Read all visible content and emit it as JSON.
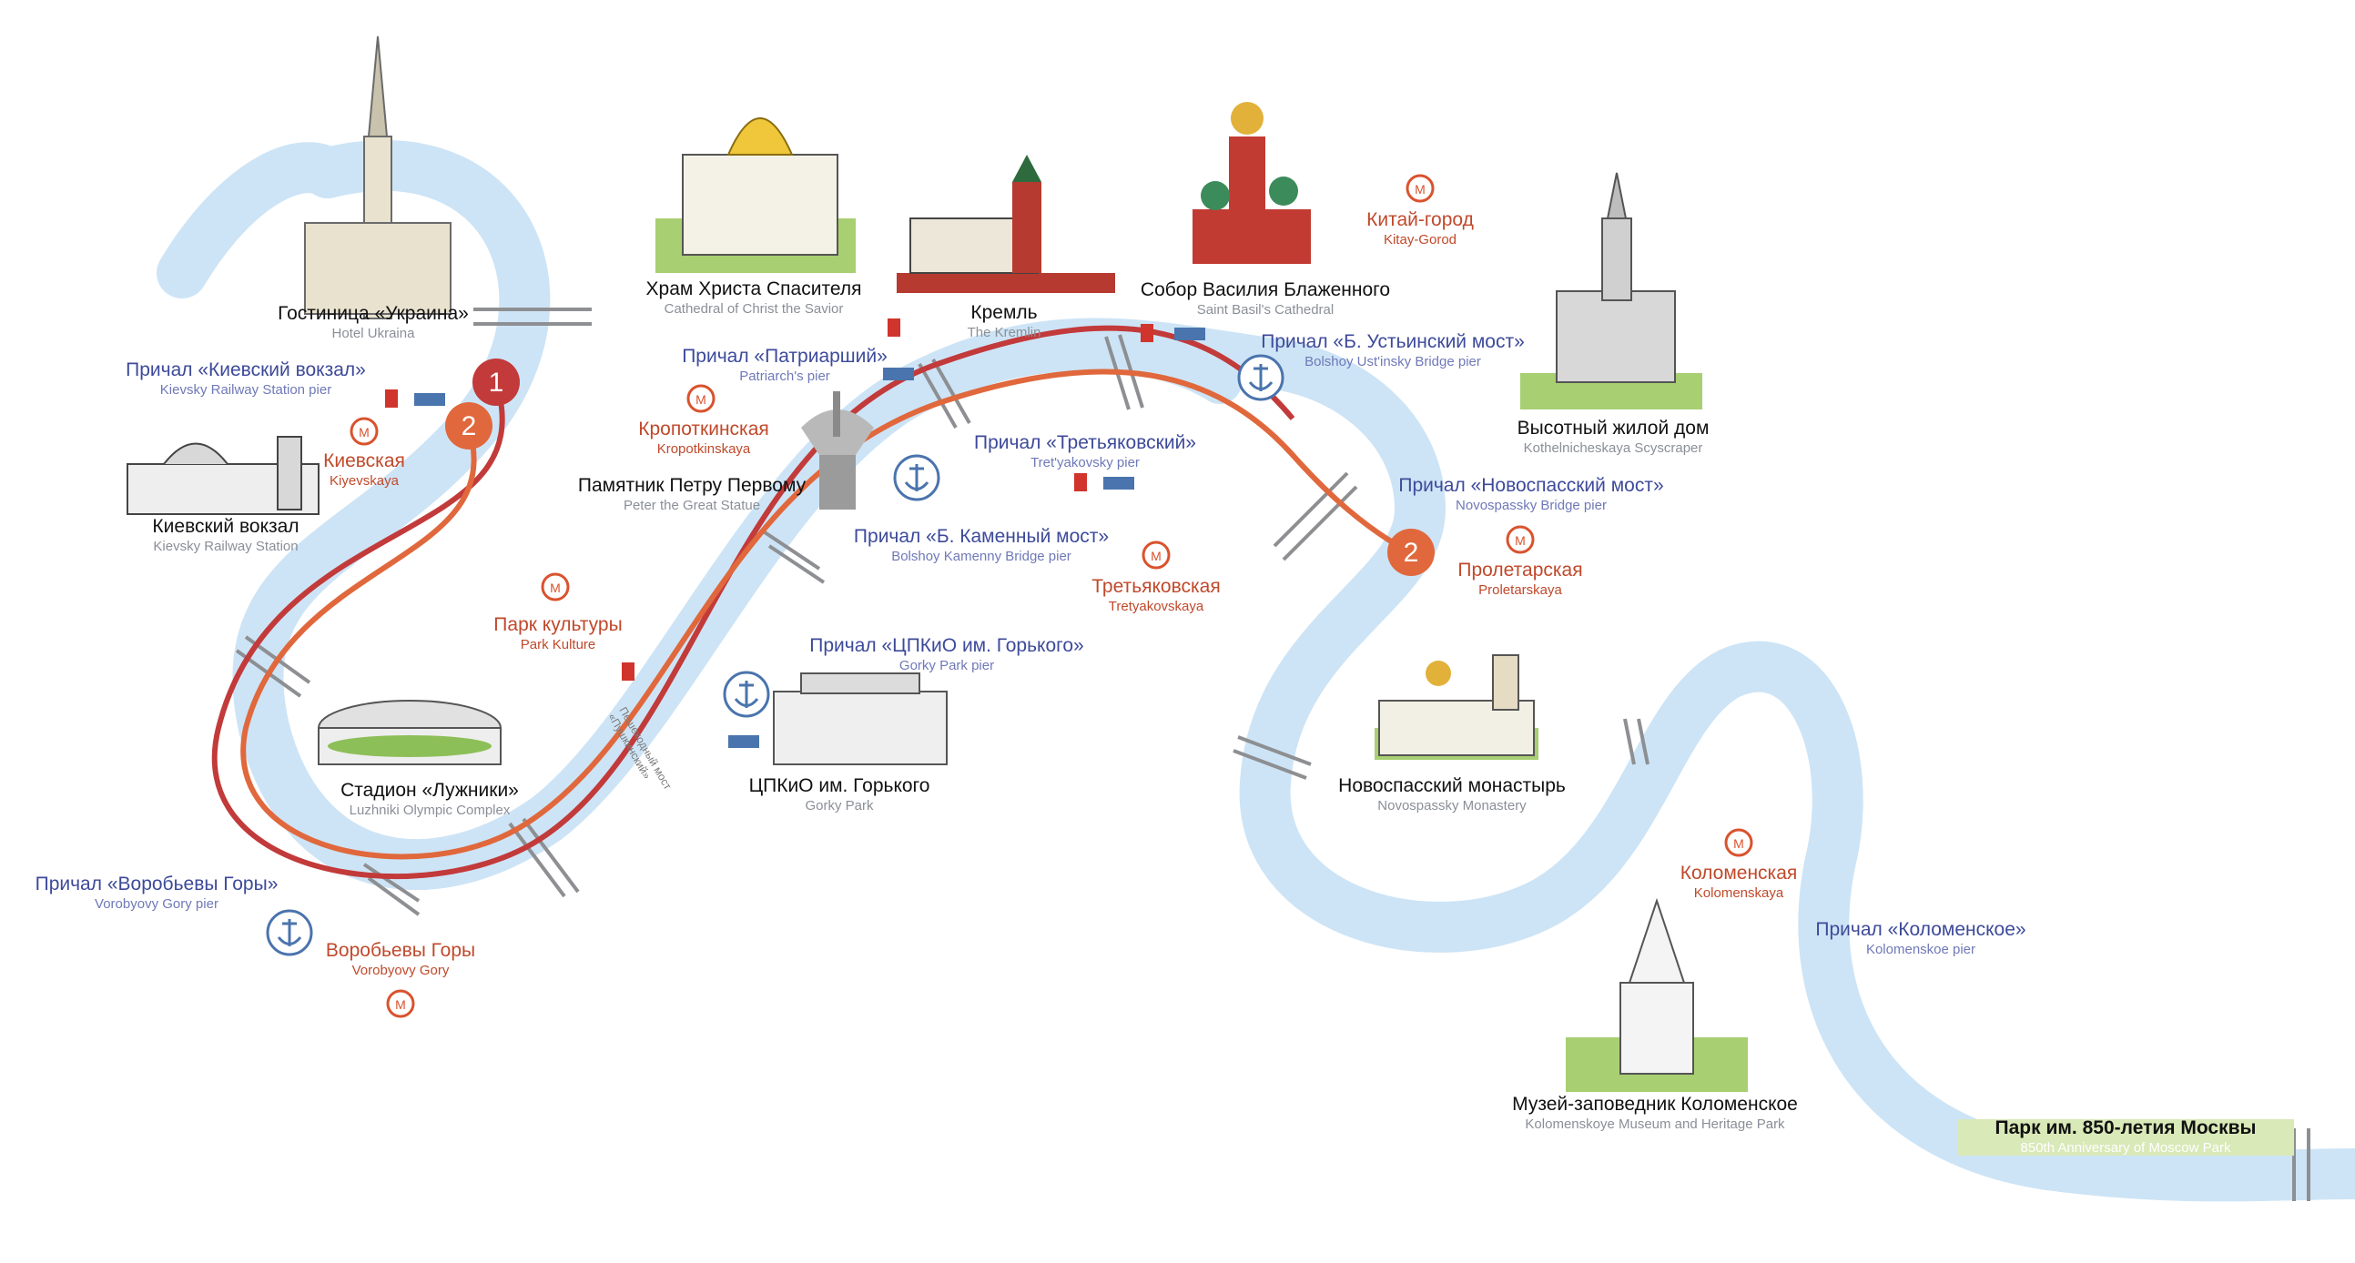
{
  "colors": {
    "river": "#cde4f6",
    "route_red": "#c23a3a",
    "route_orange": "#e0683c",
    "pier": "#4a74ad",
    "metro": "#d9532e",
    "park": "#d9e9b8"
  },
  "routes": [
    {
      "number": "1",
      "color": "#c23a3a"
    },
    {
      "number": "2",
      "color": "#e0683c"
    },
    {
      "number": "2",
      "color": "#e0683c"
    }
  ],
  "landmarks": [
    {
      "ru": "Гостиница «Украина»",
      "en": "Hotel Ukraina",
      "icon": "skyscraper-icon"
    },
    {
      "ru": "Киевский вокзал",
      "en": "Kievsky Railway Station",
      "icon": "station-icon"
    },
    {
      "ru": "Храм Христа Спасителя",
      "en": "Cathedral of Christ the Savior",
      "icon": "cathedral-icon"
    },
    {
      "ru": "Кремль",
      "en": "The Kremlin",
      "icon": "kremlin-icon"
    },
    {
      "ru": "Собор Василия Блаженного",
      "en": "Saint Basil's Cathedral",
      "icon": "onion-dome-icon"
    },
    {
      "ru": "Высотный жилой дом",
      "en": "Kothelnicheskaya Scyscraper",
      "icon": "skyscraper-icon"
    },
    {
      "ru": "Памятник Петру Первому",
      "en": "Peter the Great Statue",
      "icon": "statue-icon"
    },
    {
      "ru": "Стадион «Лужники»",
      "en": "Luzhniki Olympic Complex",
      "icon": "stadium-icon"
    },
    {
      "ru": "ЦПКиО им. Горького",
      "en": "Gorky Park",
      "icon": "park-gate-icon"
    },
    {
      "ru": "Новоспасский монастырь",
      "en": "Novospassky Monastery",
      "icon": "monastery-icon"
    },
    {
      "ru": "Музей-заповедник Коломенское",
      "en": "Kolomenskoye Museum and Heritage Park",
      "icon": "church-icon"
    }
  ],
  "piers": [
    {
      "ru": "Причал «Киевский вокзал»",
      "en": "Kievsky Railway Station pier"
    },
    {
      "ru": "Причал «Патриарший»",
      "en": "Patriarch's pier"
    },
    {
      "ru": "Причал «Б. Устьинский мост»",
      "en": "Bolshoy Ust'insky Bridge pier"
    },
    {
      "ru": "Причал «Третьяковский»",
      "en": "Tret'yakovsky pier"
    },
    {
      "ru": "Причал «Б. Каменный мост»",
      "en": "Bolshoy Kamenny Bridge pier"
    },
    {
      "ru": "Причал «Новоспасский мост»",
      "en": "Novospassky Bridge pier"
    },
    {
      "ru": "Причал «ЦПКиО им. Горького»",
      "en": "Gorky Park pier"
    },
    {
      "ru": "Причал «Воробьевы Горы»",
      "en": "Vorobyovy Gory pier"
    },
    {
      "ru": "Причал «Коломенское»",
      "en": "Kolomenskoe pier"
    }
  ],
  "metro": [
    {
      "ru": "Киевская",
      "en": "Kiyevskaya"
    },
    {
      "ru": "Кропоткинская",
      "en": "Kropotkinskaya"
    },
    {
      "ru": "Китай-город",
      "en": "Kitay-Gorod"
    },
    {
      "ru": "Третьяковская",
      "en": "Tretyakovskaya"
    },
    {
      "ru": "Пролетарская",
      "en": "Proletarskaya"
    },
    {
      "ru": "Парк культуры",
      "en": "Park Kulture"
    },
    {
      "ru": "Воробьевы Горы",
      "en": "Vorobyovy Gory"
    },
    {
      "ru": "Коломенская",
      "en": "Kolomenskaya"
    }
  ],
  "footbridge": {
    "line1": "Пешеходный мост",
    "line2": "«Пушкинский»"
  },
  "park850": {
    "ru": "Парк им. 850-летия Москвы",
    "en": "850th Anniversary of Moscow Park"
  }
}
